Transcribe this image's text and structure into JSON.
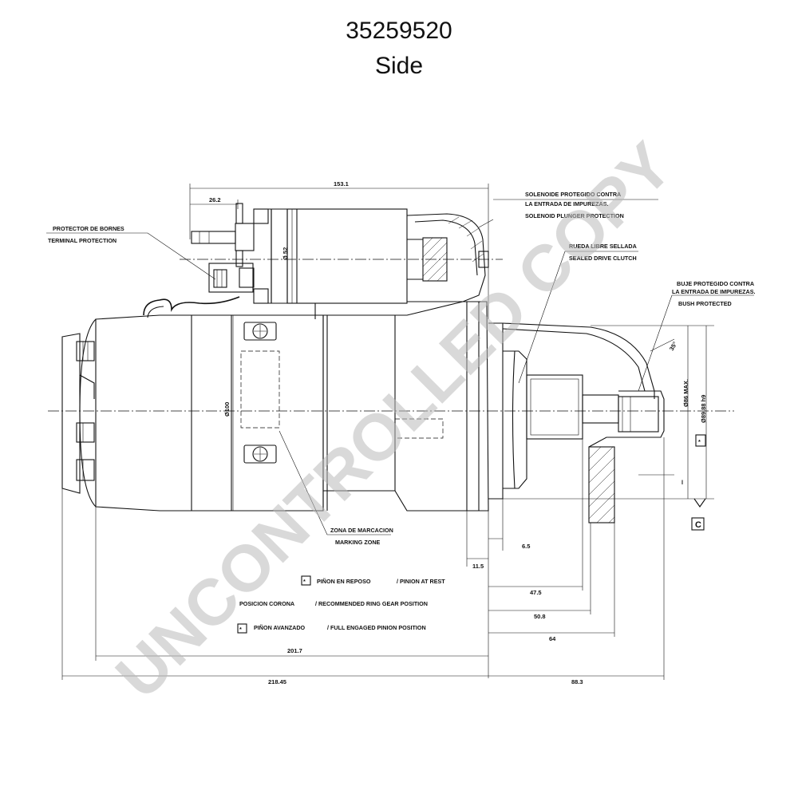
{
  "title": {
    "part_number": "35259520",
    "view": "Side"
  },
  "watermark": {
    "text": "UNCONTROLLED COPY",
    "color": "#b9b9b9"
  },
  "labels": {
    "terminal_es": "PROTECTOR DE BORNES",
    "terminal_en": "TERMINAL PROTECTION",
    "solenoid_es_1": "SOLENOIDE PROTEGIDO CONTRA",
    "solenoid_es_2": "LA ENTRADA DE IMPUREZAS.",
    "solenoid_en": "SOLENOID PLUNGER PROTECTION",
    "clutch_es": "RUEDA LIBRE SELLADA",
    "clutch_en": "SEALED DRIVE CLUTCH",
    "bush_es_1": "BUJE PROTEGIDO CONTRA",
    "bush_es_2": "LA ENTRADA DE IMPUREZAS.",
    "bush_en": "BUSH PROTECTED",
    "marking_es": "ZONA DE MARCACION",
    "marking_en": "MARKING ZONE",
    "pinion_rest_es": "PIÑON EN REPOSO",
    "pinion_rest_en": "/ PINION AT REST",
    "ring_es": "POSICION CORONA",
    "ring_en": "/ RECOMMENDED RING GEAR POSITION",
    "pinion_adv_es": "PIÑON AVANZADO",
    "pinion_adv_en": "/ FULL ENGAGED PINION POSITION",
    "datum_c": "C",
    "star": "*",
    "mark_l": "l"
  },
  "dimensions": {
    "overall_top": "153.1",
    "terminal": "26.2",
    "solenoid_dia": "Ø 52",
    "body_dia": "Ø100",
    "d65": "6.5",
    "d115": "11.5",
    "d475": "47.5",
    "d508": "50.8",
    "d64": "64",
    "d2017": "201.7",
    "d21845": "218.45",
    "d883": "88.3",
    "pinion_od": "Ø86 MAX.",
    "flange_dia": "Ø89.88 h9",
    "angle": "35°"
  }
}
